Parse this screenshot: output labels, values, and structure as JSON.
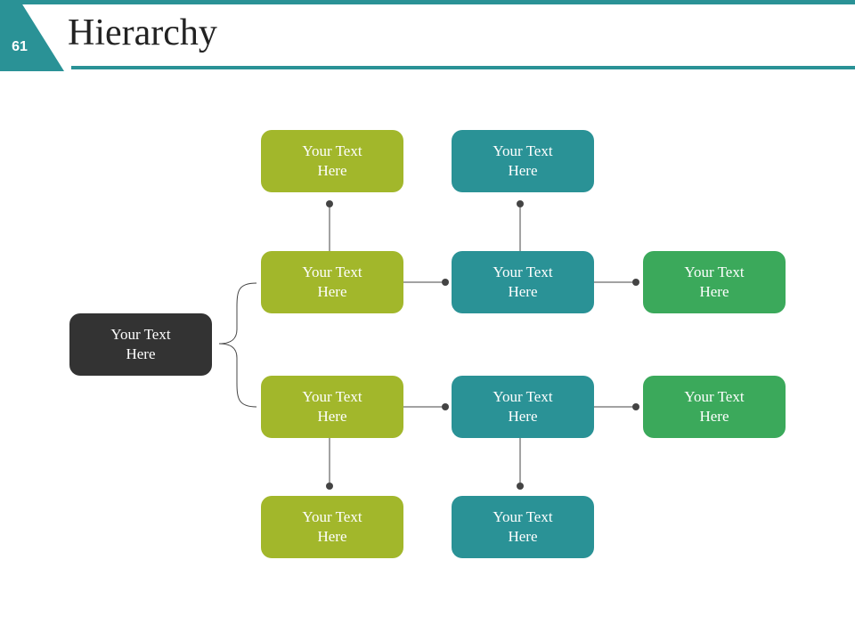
{
  "slide": {
    "number": "61",
    "title": "Hierarchy"
  },
  "colors": {
    "accent": "#2a9296",
    "dark": "#333333",
    "olive": "#a2b72b",
    "teal": "#2a9296",
    "green": "#3ba95b"
  },
  "nodes": {
    "root": {
      "line1": "Your Text",
      "line2": "Here"
    },
    "r1c1": {
      "line1": "Your Text",
      "line2": "Here"
    },
    "r1c2": {
      "line1": "Your Text",
      "line2": "Here"
    },
    "r2c1": {
      "line1": "Your Text",
      "line2": "Here"
    },
    "r2c2": {
      "line1": "Your Text",
      "line2": "Here"
    },
    "r2c3": {
      "line1": "Your Text",
      "line2": "Here"
    },
    "r3c1": {
      "line1": "Your Text",
      "line2": "Here"
    },
    "r3c2": {
      "line1": "Your Text",
      "line2": "Here"
    },
    "r3c3": {
      "line1": "Your Text",
      "line2": "Here"
    },
    "r4c1": {
      "line1": "Your Text",
      "line2": "Here"
    },
    "r4c2": {
      "line1": "Your Text",
      "line2": "Here"
    }
  }
}
